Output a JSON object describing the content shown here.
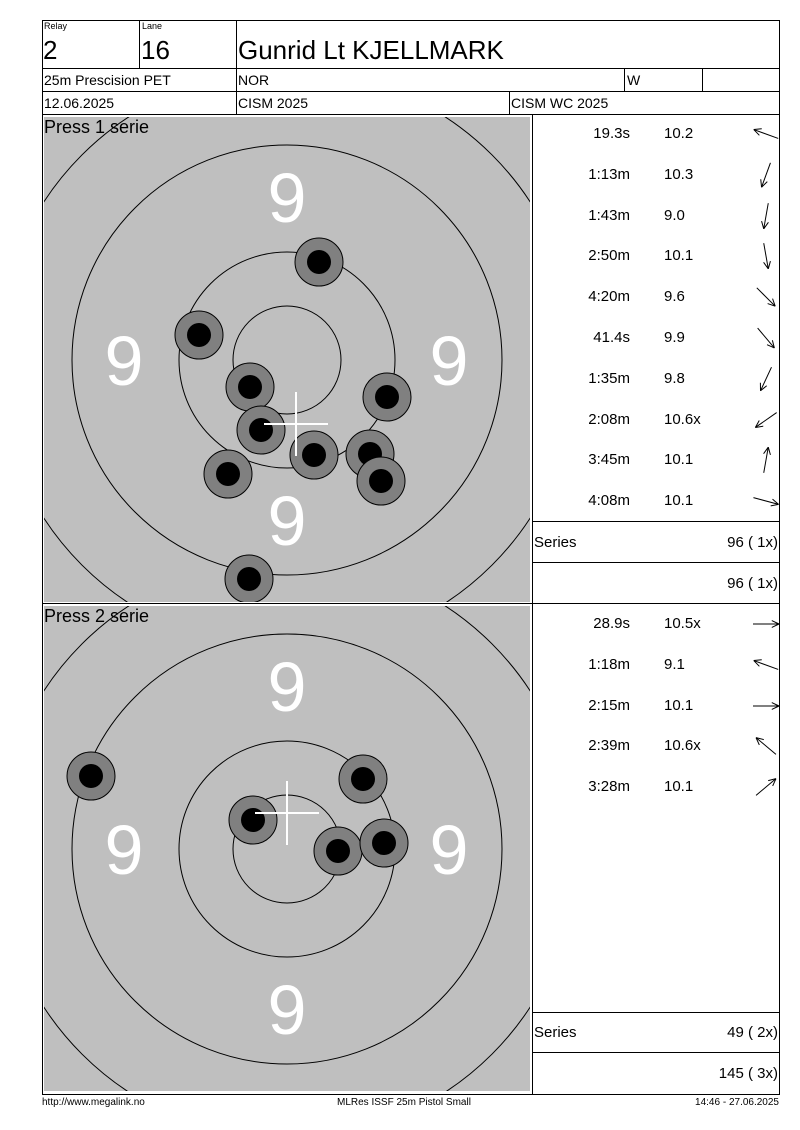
{
  "header": {
    "relay_label": "Relay",
    "relay_value": "2",
    "lane_label": "Lane",
    "lane_value": "16",
    "shooter_name": "Gunrid Lt KJELLMARK",
    "event": "25m Prescision PET",
    "nation": "NOR",
    "gender": "W",
    "date": "12.06.2025",
    "competition": "CISM 2025",
    "match": "CISM WC 2025"
  },
  "series": [
    {
      "title": "Press 1 serie",
      "ring_number": "9",
      "shots": [
        {
          "time": "19.3s",
          "score": "10.2",
          "direction_deg": 200
        },
        {
          "time": "1:13m",
          "score": "10.3",
          "direction_deg": 110
        },
        {
          "time": "1:43m",
          "score": "9.0",
          "direction_deg": 100
        },
        {
          "time": "2:50m",
          "score": "10.1",
          "direction_deg": 80
        },
        {
          "time": "4:20m",
          "score": "9.6",
          "direction_deg": 45
        },
        {
          "time": "41.4s",
          "score": "9.9",
          "direction_deg": 50
        },
        {
          "time": "1:35m",
          "score": "9.8",
          "direction_deg": 115
        },
        {
          "time": "2:08m",
          "score": "10.6x",
          "direction_deg": 145
        },
        {
          "time": "3:45m",
          "score": "10.1",
          "direction_deg": -80
        },
        {
          "time": "4:08m",
          "score": "10.1",
          "direction_deg": 15
        }
      ],
      "series_label": "Series",
      "series_total": "96 ( 1x)",
      "running_total": "96 ( 1x)"
    },
    {
      "title": "Press 2 serie",
      "ring_number": "9",
      "shots": [
        {
          "time": "28.9s",
          "score": "10.5x",
          "direction_deg": 0
        },
        {
          "time": "1:18m",
          "score": "9.1",
          "direction_deg": 200
        },
        {
          "time": "2:15m",
          "score": "10.1",
          "direction_deg": 0
        },
        {
          "time": "2:39m",
          "score": "10.6x",
          "direction_deg": 220
        },
        {
          "time": "3:28m",
          "score": "10.1",
          "direction_deg": -40
        }
      ],
      "series_label": "Series",
      "series_total": "49 ( 2x)",
      "running_total": "145 ( 3x)"
    }
  ],
  "footer": {
    "url": "http://www.megalink.no",
    "software": "MLRes ISSF 25m Pistol Small",
    "timestamp": "14:46 - 27.06.2025"
  },
  "colors": {
    "target_bg": "#bfbfbf",
    "shot_outer": "#808080",
    "shot_inner": "#000000",
    "ring_number": "#ffffff"
  }
}
